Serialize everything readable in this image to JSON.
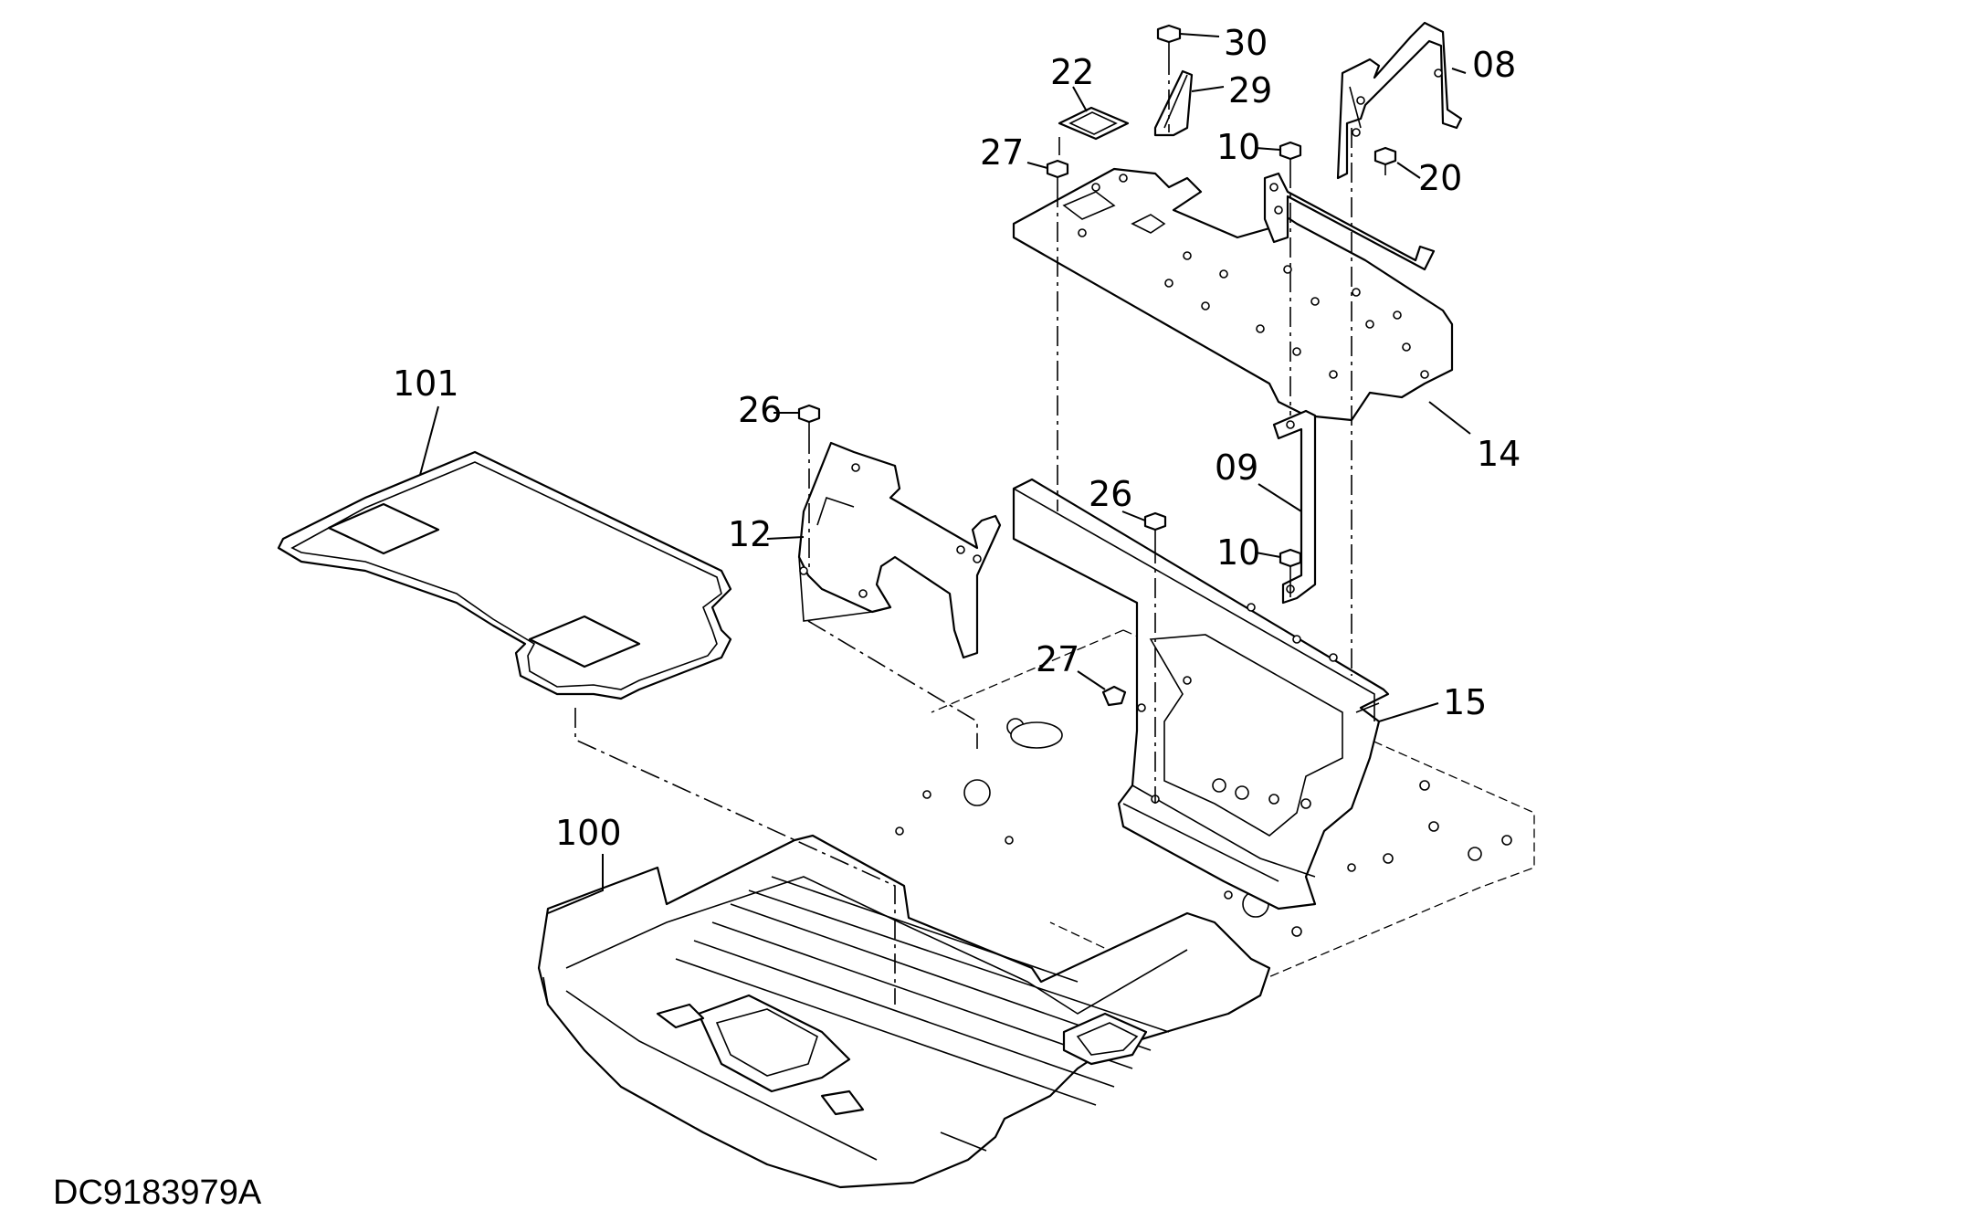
{
  "diagram_id": "DC9183979A",
  "callouts": [
    {
      "id": "c30",
      "label": "30"
    },
    {
      "id": "c08",
      "label": "08"
    },
    {
      "id": "c22",
      "label": "22"
    },
    {
      "id": "c29",
      "label": "29"
    },
    {
      "id": "c27a",
      "label": "27"
    },
    {
      "id": "c10a",
      "label": "10"
    },
    {
      "id": "c20",
      "label": "20"
    },
    {
      "id": "c14",
      "label": "14"
    },
    {
      "id": "c101",
      "label": "101"
    },
    {
      "id": "c26a",
      "label": "26"
    },
    {
      "id": "c12",
      "label": "12"
    },
    {
      "id": "c09",
      "label": "09"
    },
    {
      "id": "c26b",
      "label": "26"
    },
    {
      "id": "c10b",
      "label": "10"
    },
    {
      "id": "c27b",
      "label": "27"
    },
    {
      "id": "c15",
      "label": "15"
    },
    {
      "id": "c100",
      "label": "100"
    }
  ]
}
